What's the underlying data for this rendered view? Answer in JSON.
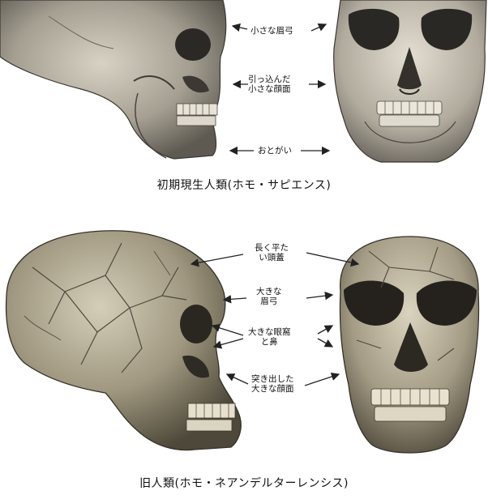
{
  "top_panel": {
    "labels": {
      "brow": "小さな眉弓",
      "face_line1": "引っ込んだ",
      "face_line2": "小さな顔面",
      "chin": "おとがい"
    },
    "caption": "初期現生人類(ホモ・サピエンス)"
  },
  "bottom_panel": {
    "labels": {
      "vault_line1": "長く平た",
      "vault_line2": "い頭蓋",
      "brow_line1": "大きな",
      "brow_line2": "眉弓",
      "orbit_line1": "大きな眼窩",
      "orbit_line2": "と鼻",
      "face_line1": "突き出した",
      "face_line2": "大きな顔面"
    },
    "caption": "旧人類(ホモ・ネアンデルターレンシス)"
  }
}
